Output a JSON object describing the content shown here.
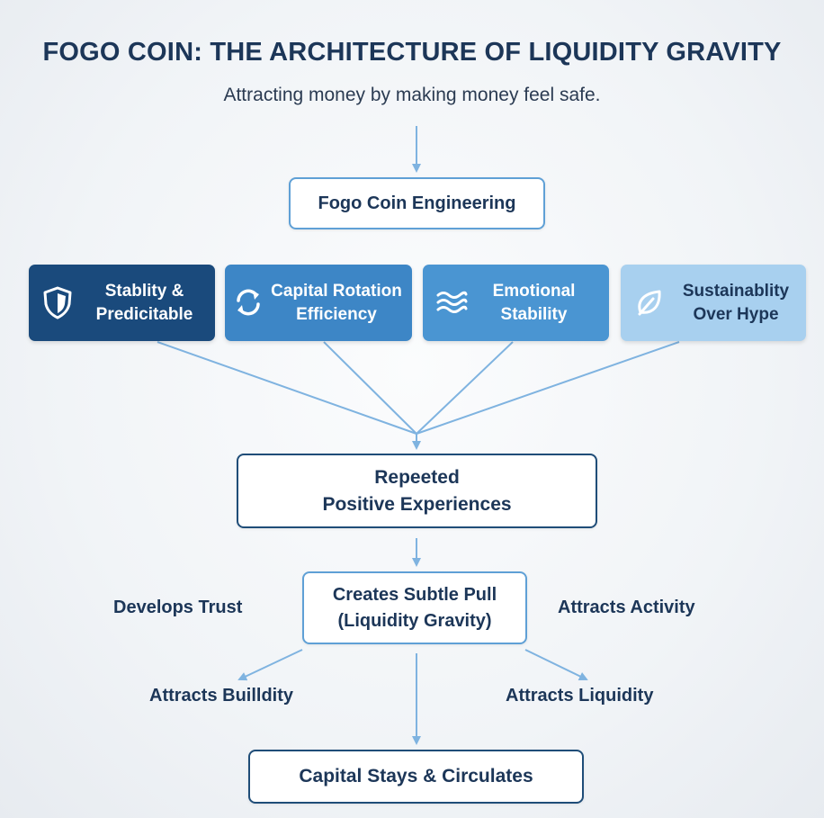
{
  "header": {
    "title": "FOGO COIN: THE ARCHITECTURE OF LIQUIDITY GRAVITY",
    "subtitle": "Attracting money by making money feel safe."
  },
  "nodes": {
    "engineering": "Fogo Coin Engineering",
    "repeated": "Repeeted\nPositive Experiences",
    "gravity": "Creates Subtle Pull\n(Liquidity Gravity)",
    "capital": "Capital Stays & Circulates"
  },
  "pillars": [
    {
      "label": "Stablity &\nPredicitable",
      "icon": "shield-icon"
    },
    {
      "label": "Capital Rotation\nEfficiency",
      "icon": "rotation-arrows-icon"
    },
    {
      "label": "Emotional\nStability",
      "icon": "waves-icon"
    },
    {
      "label": "Sustainablity\nOver Hype",
      "icon": "leaf-icon"
    }
  ],
  "outcomes": {
    "trust": "Develops Trust",
    "activity": "Attracts Activity",
    "builders": "Attracts Builldity",
    "liquidity": "Attracts Liquidity"
  },
  "colors": {
    "navy": "#1c3658",
    "dark_blue": "#1a4a7c",
    "mid_blue": "#3d86c6",
    "blue": "#4a95d2",
    "light_blue": "#a8d0ef",
    "connector": "#7fb3e0"
  }
}
